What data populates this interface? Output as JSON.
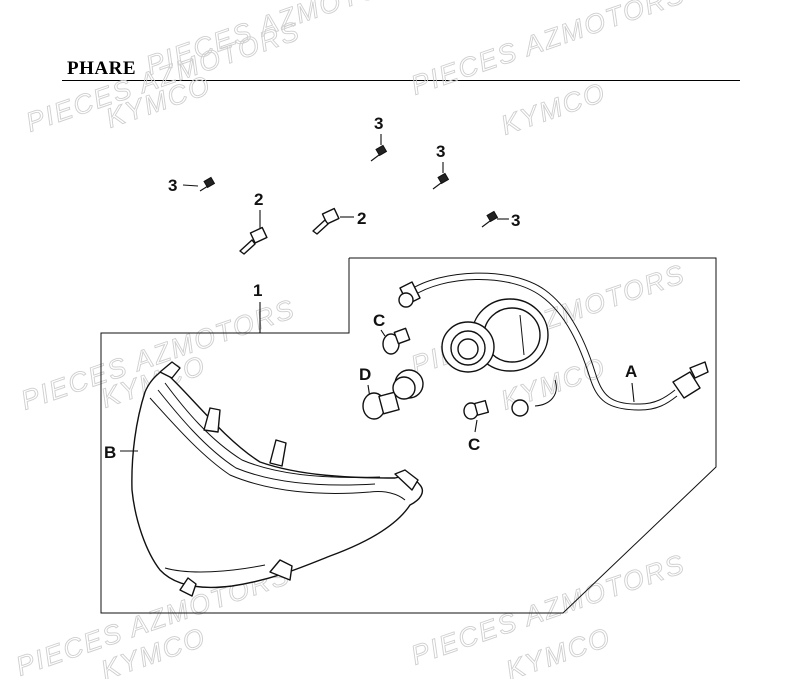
{
  "title": "PHARE",
  "watermark": {
    "line1": "PIECES AZMOTORS",
    "line2": "KYMCO"
  },
  "callouts": {
    "part1": "1",
    "part2": "2",
    "part3": "3",
    "partA": "A",
    "partB": "B",
    "partC": "C",
    "partD": "D"
  }
}
